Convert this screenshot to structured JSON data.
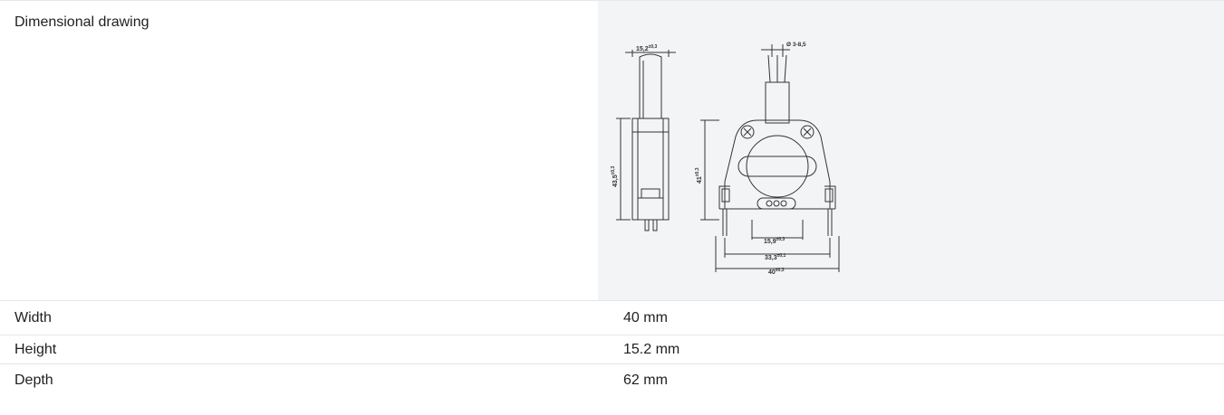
{
  "drawing": {
    "label": "Dimensional drawing",
    "dims": {
      "side_width": "15,2",
      "side_width_tol": "±0,3",
      "side_height": "43,5",
      "side_height_tol": "±0,3",
      "cable_dia": "Ø 3-8,5",
      "front_height": "41",
      "front_height_tol": "±0,3",
      "dim_a": "15,9",
      "dim_a_tol": "±0,3",
      "dim_b": "33,3",
      "dim_b_tol": "±0,1",
      "dim_c": "40",
      "dim_c_tol": "±0,3"
    }
  },
  "specs": [
    {
      "label": "Width",
      "value": "40 mm"
    },
    {
      "label": "Height",
      "value": "15.2 mm"
    },
    {
      "label": "Depth",
      "value": "62 mm"
    }
  ]
}
